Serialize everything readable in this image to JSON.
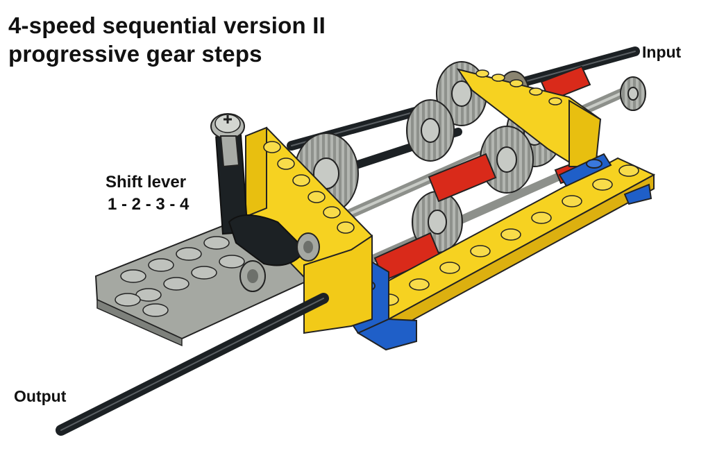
{
  "title": {
    "line1": "4-speed sequential version II",
    "line2": "progressive gear steps"
  },
  "labels": {
    "input": "Input",
    "output": "Output",
    "shift_lever_line1": "Shift lever",
    "shift_lever_line2": "1 - 2 - 3 - 4"
  },
  "colors": {
    "yellow": "#f6d221",
    "blue": "#1f5fc8",
    "red": "#d92a1a",
    "gray": "#a9aca6",
    "dark": "#1c2124"
  }
}
